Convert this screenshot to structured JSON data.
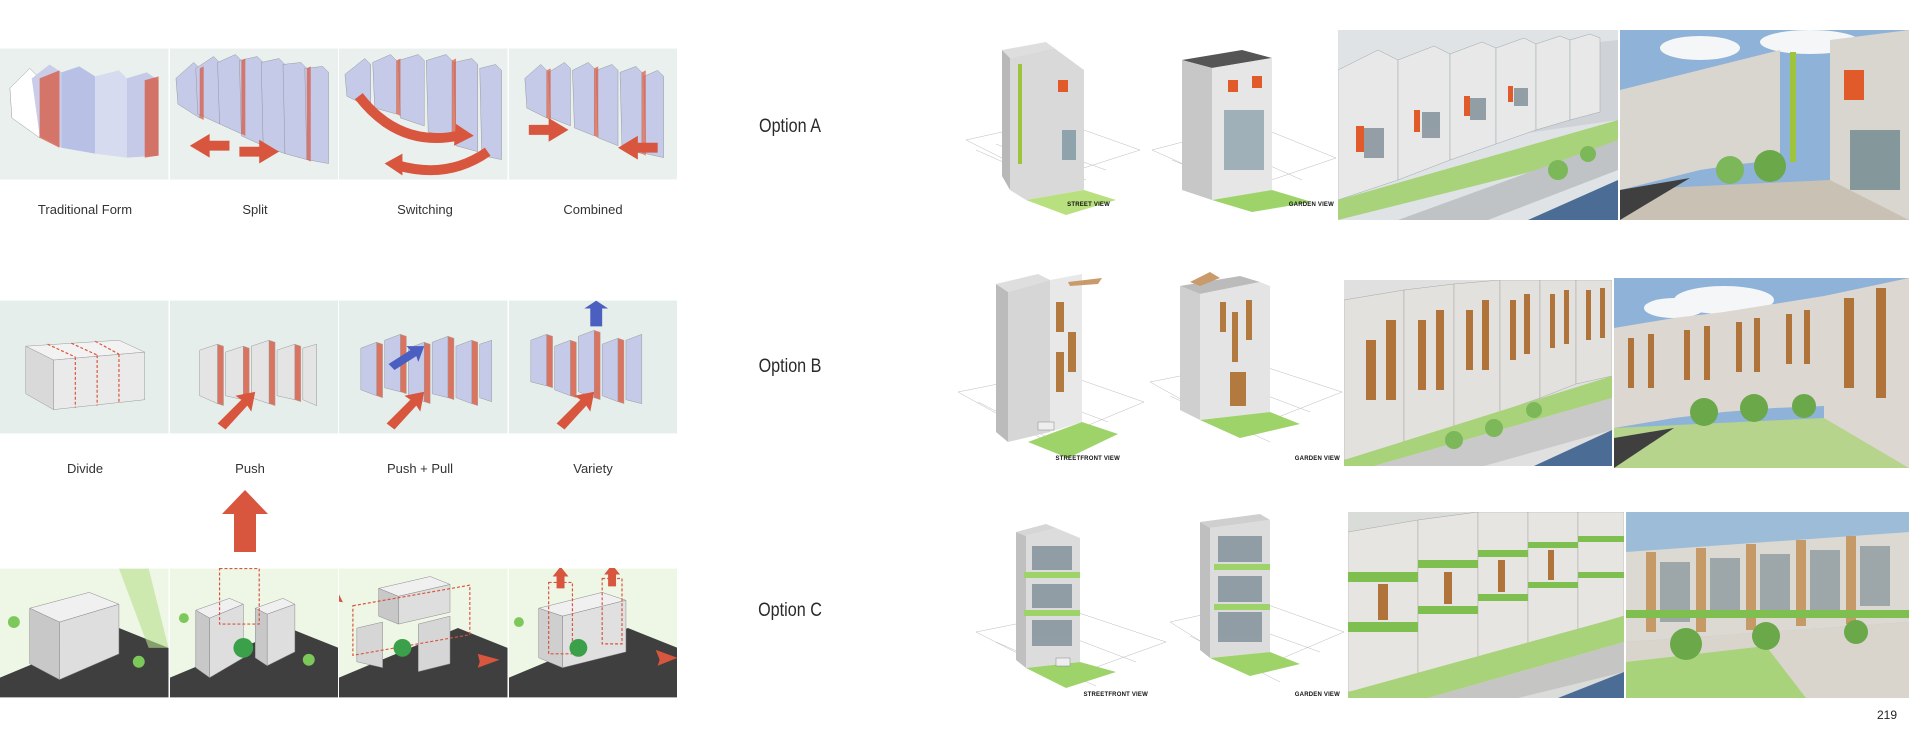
{
  "diagram_rows": [
    {
      "captions": [
        "Traditional Form",
        "Split",
        "Switching",
        "Combined"
      ]
    },
    {
      "captions": [
        "Divide",
        "Push",
        "Push + Pull",
        "Variety"
      ]
    }
  ],
  "options": [
    {
      "label": "Option A",
      "views": [
        "STREET VIEW",
        "GARDEN VIEW"
      ]
    },
    {
      "label": "Option B",
      "views": [
        "STREETFRONT VIEW",
        "GARDEN VIEW"
      ]
    },
    {
      "label": "Option C",
      "views": [
        "STREETFRONT VIEW",
        "GARDEN VIEW"
      ]
    }
  ],
  "page_number": "219",
  "colors": {
    "red": "#d8553e",
    "blue": "#7b86c8",
    "green": "#9ed36a",
    "sky": "#e7f0ee"
  }
}
